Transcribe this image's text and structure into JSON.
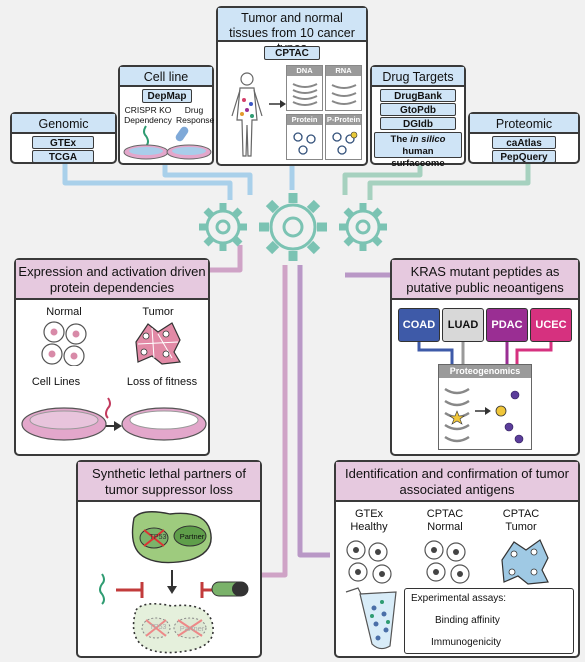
{
  "colors": {
    "blue_line": "#a9d0ea",
    "green_line": "#a6d1bf",
    "pink_line": "#cfa3c6",
    "purple_line": "#b998c6",
    "gear": "#7bc3b3"
  },
  "tumor_panel": {
    "title": "Tumor and normal tissues from 10 cancer types",
    "tag": "CPTAC",
    "boxes": [
      "DNA",
      "RNA",
      "Protein",
      "P-Protein"
    ]
  },
  "cell_lines": {
    "title": "Cell line screens",
    "tag": "DepMap",
    "left_label": "CRISPR KO Dependency",
    "right_label": "Drug Response"
  },
  "genomic": {
    "title": "Genomic resources",
    "tags": [
      "GTEx",
      "TCGA"
    ]
  },
  "drug_targets": {
    "title": "Drug Targets",
    "tags": [
      "DrugBank",
      "GtoPdb",
      "DGIdb"
    ],
    "surfaceome_pre": "The ",
    "surfaceome_italic": "in silico",
    "surfaceome_post": " human surfaceome"
  },
  "proteomic": {
    "title": "Proteomic resources",
    "tags": [
      "caAtlas",
      "PepQuery"
    ]
  },
  "expression": {
    "title": "Expression and activation driven protein dependencies",
    "normal": "Normal",
    "tumor": "Tumor",
    "cell_lines": "Cell Lines",
    "loss": "Loss of fitness"
  },
  "kras": {
    "title": "KRAS mutant peptides as putative public neoantigens",
    "cancers": [
      "COAD",
      "LUAD",
      "PDAC",
      "UCEC"
    ],
    "cancer_colors": [
      "#3e5aa8",
      "#d8d8d8",
      "#9a2e93",
      "#d6317f"
    ],
    "proteogenomics": "Proteogenomics"
  },
  "synthetic": {
    "title": "Synthetic lethal partners of tumor suppressor loss",
    "tsg": "TP53",
    "partner": "Partner"
  },
  "antigens": {
    "title": "Identification and confirmation of tumor associated antigens",
    "groups": [
      "GTEx Healthy",
      "CPTAC Normal",
      "CPTAC Tumor"
    ],
    "assays_title": "Experimental assays:",
    "assays": [
      "Binding affinity",
      "Immunogenicity"
    ]
  }
}
